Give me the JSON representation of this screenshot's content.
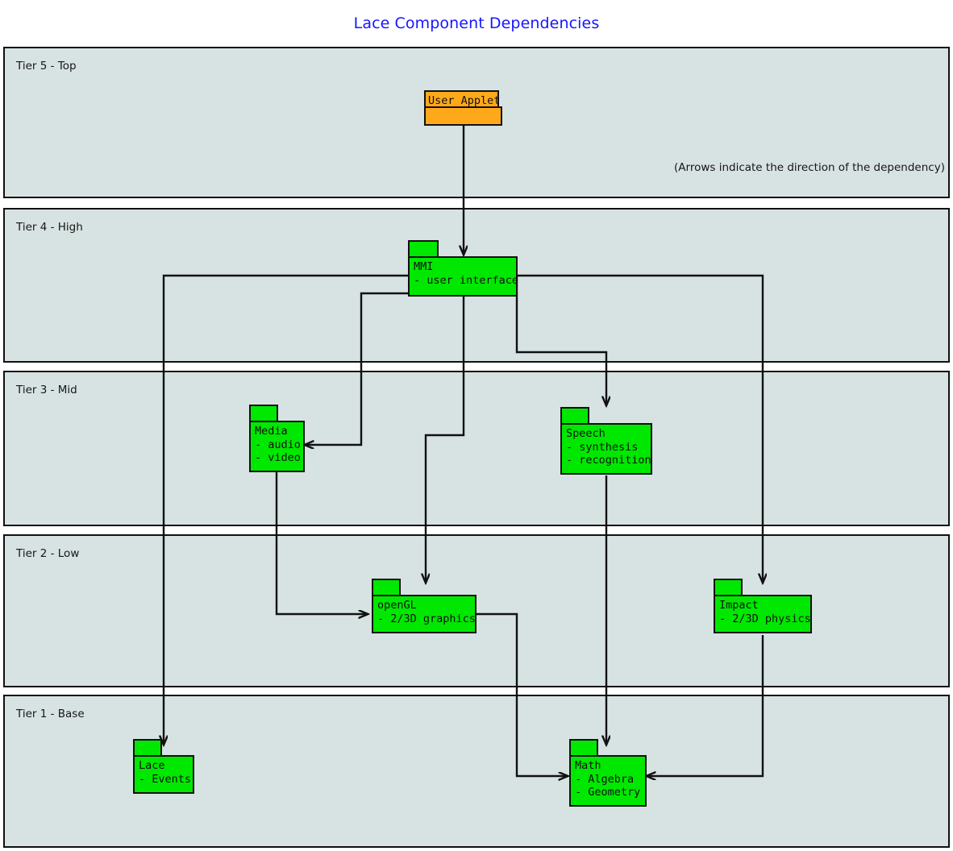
{
  "title": "Lace Component Dependencies",
  "note": "(Arrows indicate the direction of the dependency)",
  "colors": {
    "title": "#1616ff",
    "tier_background": "#d7e3e2",
    "tier_border": "#111111",
    "package_green": "#00e800",
    "package_orange": "#ffa91a",
    "connector": "#111111"
  },
  "tiers": [
    {
      "id": "tier5",
      "label": "Tier 5 - Top"
    },
    {
      "id": "tier4",
      "label": "Tier 4 - High"
    },
    {
      "id": "tier3",
      "label": "Tier 3 - Mid"
    },
    {
      "id": "tier2",
      "label": "Tier 2 - Low"
    },
    {
      "id": "tier1",
      "label": "Tier 1 - Base"
    }
  ],
  "packages": [
    {
      "id": "user-applet",
      "tier": "tier5",
      "color": "orange",
      "name": "User Applet",
      "items": []
    },
    {
      "id": "mmi",
      "tier": "tier4",
      "color": "green",
      "name": "MMI",
      "items": [
        "- user interface"
      ]
    },
    {
      "id": "media",
      "tier": "tier3",
      "color": "green",
      "name": "Media",
      "items": [
        "- audio",
        "- video"
      ]
    },
    {
      "id": "speech",
      "tier": "tier3",
      "color": "green",
      "name": "Speech",
      "items": [
        "- synthesis",
        "- recognition"
      ]
    },
    {
      "id": "opengl",
      "tier": "tier2",
      "color": "green",
      "name": "openGL",
      "items": [
        "- 2/3D graphics"
      ]
    },
    {
      "id": "impact",
      "tier": "tier2",
      "color": "green",
      "name": "Impact",
      "items": [
        "- 2/3D physics"
      ]
    },
    {
      "id": "lace",
      "tier": "tier1",
      "color": "green",
      "name": "Lace",
      "items": [
        "- Events"
      ]
    },
    {
      "id": "math",
      "tier": "tier1",
      "color": "green",
      "name": "Math",
      "items": [
        "- Algebra",
        "- Geometry"
      ]
    }
  ],
  "dependencies": [
    {
      "from": "user-applet",
      "to": "mmi"
    },
    {
      "from": "mmi",
      "to": "media"
    },
    {
      "from": "mmi",
      "to": "speech"
    },
    {
      "from": "mmi",
      "to": "opengl"
    },
    {
      "from": "mmi",
      "to": "impact"
    },
    {
      "from": "mmi",
      "to": "lace"
    },
    {
      "from": "mmi",
      "to": "math"
    },
    {
      "from": "media",
      "to": "opengl"
    },
    {
      "from": "speech",
      "to": "math"
    },
    {
      "from": "opengl",
      "to": "math"
    },
    {
      "from": "impact",
      "to": "math"
    }
  ]
}
